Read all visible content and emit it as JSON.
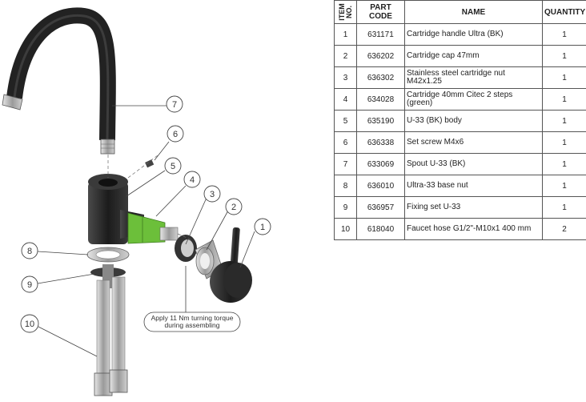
{
  "table": {
    "headers": {
      "item_no": [
        "ITEM",
        "NO."
      ],
      "part_code": [
        "PART",
        "CODE"
      ],
      "name": "NAME",
      "quantity": "QUANTITY"
    },
    "rows": [
      {
        "item": "1",
        "code": "631171",
        "name": "Cartridge handle Ultra (BK)",
        "qty": "1"
      },
      {
        "item": "2",
        "code": "636202",
        "name": "Cartridge cap 47mm",
        "qty": "1"
      },
      {
        "item": "3",
        "code": "636302",
        "name": "Stainless steel cartridge nut M42x1.25",
        "qty": "1"
      },
      {
        "item": "4",
        "code": "634028",
        "name": "Cartridge 40mm Citec 2 steps (green)",
        "qty": "1"
      },
      {
        "item": "5",
        "code": "635190",
        "name": "U-33 (BK) body",
        "qty": "1"
      },
      {
        "item": "6",
        "code": "636338",
        "name": "Set screw M4x6",
        "qty": "1"
      },
      {
        "item": "7",
        "code": "633069",
        "name": "Spout U-33 (BK)",
        "qty": "1"
      },
      {
        "item": "8",
        "code": "636010",
        "name": "Ultra-33 base nut",
        "qty": "1"
      },
      {
        "item": "9",
        "code": "636957",
        "name": "Fixing set U-33",
        "qty": "1"
      },
      {
        "item": "10",
        "code": "618040",
        "name": "Faucet hose G1/2\"-M10x1 400 mm",
        "qty": "2"
      }
    ]
  },
  "drawing": {
    "balloons": [
      "1",
      "2",
      "3",
      "4",
      "5",
      "6",
      "7",
      "8",
      "9",
      "10"
    ],
    "note": [
      "Apply 11 Nm turning torque",
      "during assembling"
    ]
  },
  "colors": {
    "metal_black": "#2b2b2b",
    "cartridge_green": "#6cbf3a",
    "steel": "#b9b9b9",
    "line": "#555555"
  }
}
